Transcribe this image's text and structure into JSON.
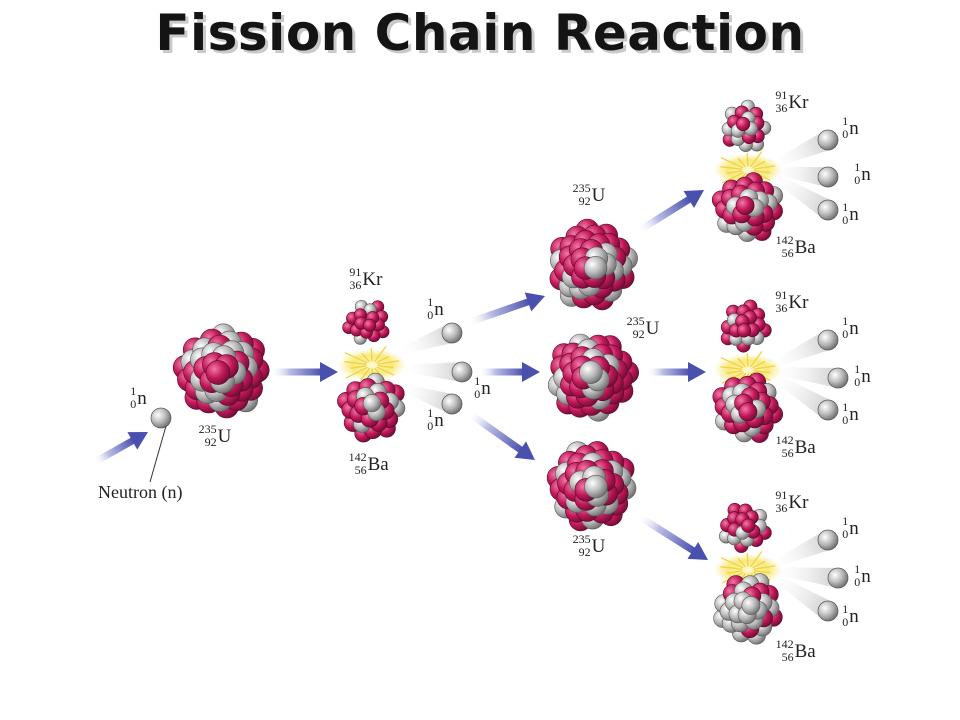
{
  "title": "Fission Chain Reaction",
  "neutron_caption": "Neutron (n)",
  "isotopes": {
    "neutron": {
      "symbol": "n",
      "mass": "1",
      "atomic": "0"
    },
    "uranium": {
      "symbol": "U",
      "mass": "235",
      "atomic": "92"
    },
    "krypton": {
      "symbol": "Kr",
      "mass": "91",
      "atomic": "36"
    },
    "barium": {
      "symbol": "Ba",
      "mass": "142",
      "atomic": "56"
    }
  },
  "colors": {
    "proton": "#c2185b",
    "neutron_ball": "#b8b8b8",
    "arrow": "#5a5fb8",
    "flash": "#f5e04a",
    "title_shadow": "#c9c9c9"
  },
  "stages": [
    "neutron",
    "uranium-235",
    "fission-kr-ba",
    "three-uranium-235",
    "three-fissions"
  ]
}
